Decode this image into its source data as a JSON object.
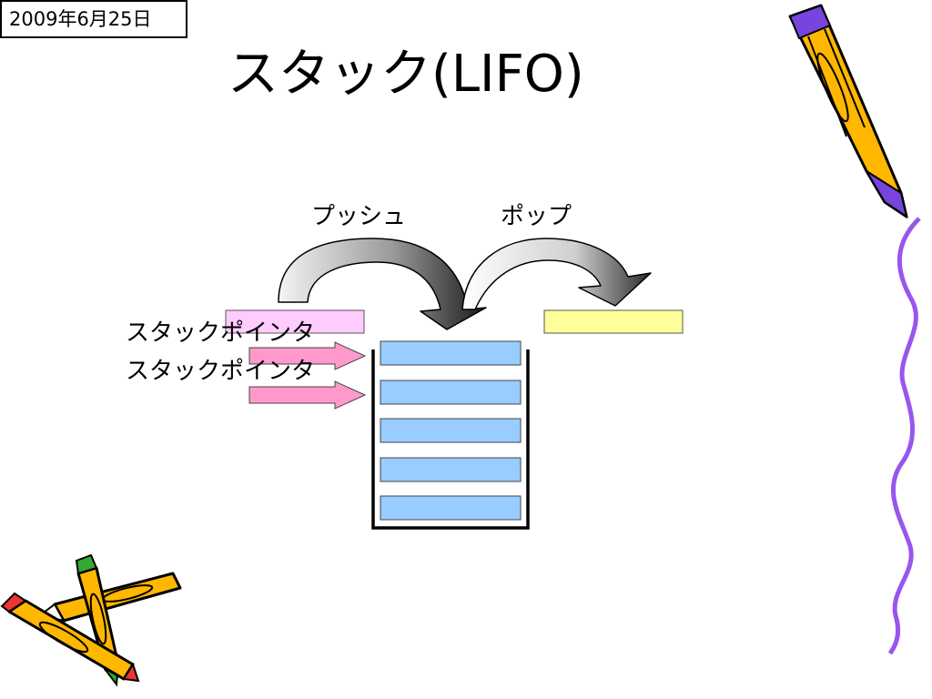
{
  "header": {
    "date": "2009年6月25日",
    "title": "スタック(LIFO)"
  },
  "diagram": {
    "push_label": "プッシュ",
    "pop_label": "ポップ",
    "stack_pointer_label_1": "スタックポインタ",
    "stack_pointer_label_2": "スタックポインタ",
    "stack_slot_count": 5,
    "colors": {
      "stack_slot": "#99ccff",
      "push_item": "#ffccff",
      "pop_item": "#ffff99",
      "pointer_arrow": "#ff99cc",
      "pencil_body": "#ffb700",
      "wavy_line": "#9955ee"
    }
  },
  "decorations": {
    "top_right": "pencil-icon",
    "bottom_left": "crossed-pencils-icon",
    "right_edge": "wavy-line"
  }
}
